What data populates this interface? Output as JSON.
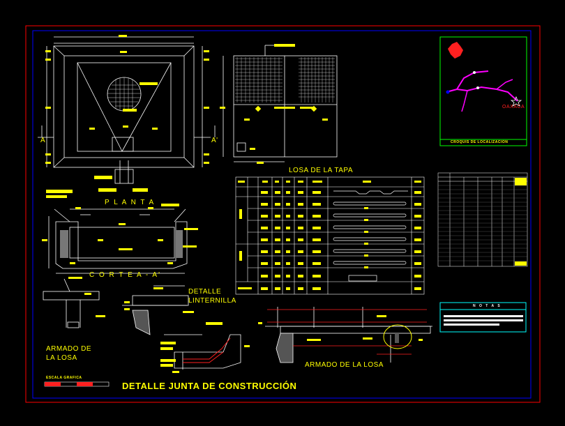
{
  "labels": {
    "planta": "P L A N T A",
    "corte": "C O R T E  A - A'",
    "section_a": "A",
    "section_a2": "A'",
    "losa_tapa": "LOSA DE LA TAPA",
    "detalle_linternilla_1": "DETALLE",
    "detalle_linternilla_2": "LINTERNILLA",
    "armado_losa_left_1": "ARMADO DE",
    "armado_losa_left_2": "LA LOSA",
    "armado_losa_right": "ARMADO DE LA LOSA",
    "detalle_junta": "DETALLE JUNTA DE CONSTRUCCIÓN",
    "escala_grafica": "ESCALA GRAFICA",
    "croquis": "CROQUIS DE LOCALIZACION",
    "oaxaca": "OAXACA",
    "notas": "N O T A S"
  },
  "colors": {
    "frame_outer": "#ff0000",
    "frame_inner": "#0000ff",
    "text": "#ffff00",
    "line": "#ffffff",
    "accent_cyan": "#00ffff",
    "accent_green": "#00ff00",
    "accent_magenta": "#ff00ff",
    "map_red": "#ff2020"
  }
}
